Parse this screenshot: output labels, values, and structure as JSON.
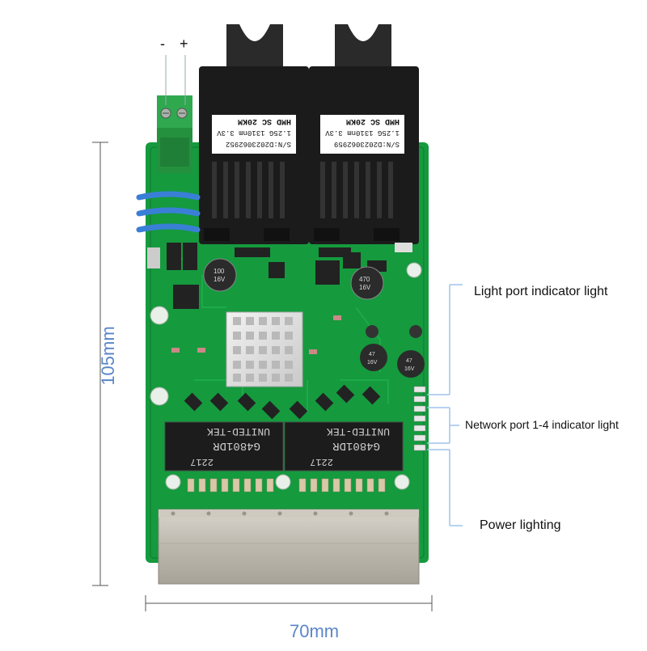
{
  "dimensions": {
    "height": "105mm",
    "width": "70mm"
  },
  "polarity": {
    "minus": "-",
    "plus": "+"
  },
  "modules": [
    {
      "label_lines": [
        "S/N:D2023062952",
        "1.25G 1310nm 3.3V",
        "HMD SC 20KM"
      ]
    },
    {
      "label_lines": [
        "S/N:D2023062959",
        "1.25G 1310nm 3.3V",
        "HMD SC 20KM"
      ]
    }
  ],
  "transformers": [
    {
      "brand": "UNITED-TEK",
      "part": "G4801DR",
      "code": "2217"
    },
    {
      "brand": "UNITED-TEK",
      "part": "G4801DR",
      "code": "2217"
    }
  ],
  "capacitors": [
    {
      "lines": [
        "100",
        "16V"
      ]
    },
    {
      "lines": [
        "470",
        "16V"
      ]
    },
    {
      "lines": [
        "47",
        "16V"
      ]
    },
    {
      "lines": [
        "47",
        "16V"
      ]
    }
  ],
  "annotations": {
    "light_port": "Light port indicator light",
    "network_port": "Network port 1-4 indicator light",
    "power": "Power lighting"
  },
  "colors": {
    "pcb": "#159a3e",
    "pcb_dark": "#0f7a30",
    "module": "#1b1b1b",
    "dimension": "#5a86c8",
    "terminal": "#2fa850",
    "coil": "#3a7fd6"
  }
}
